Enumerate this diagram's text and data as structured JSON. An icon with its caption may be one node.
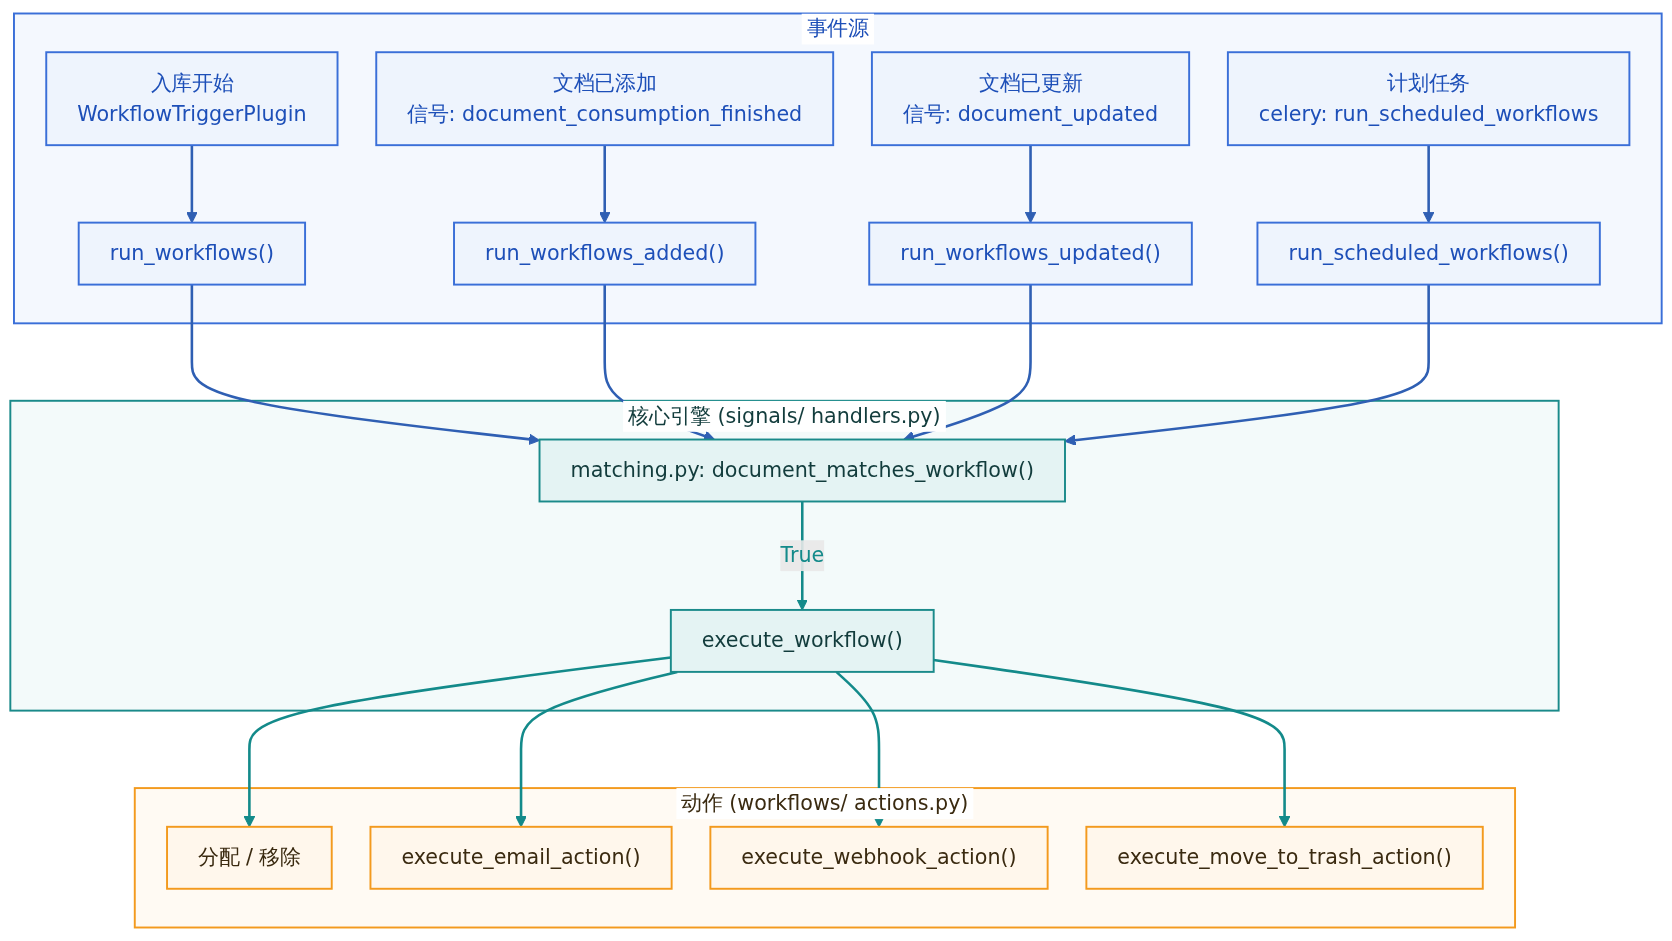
{
  "diagram": {
    "nodes": [
      {
        "text": [
          "事件源"
        ]
      },
      {
        "text": [
          "入库开始",
          "WorkflowTriggerPlugin"
        ],
        "in": 0
      },
      {
        "text": [
          "文档已添加",
          "信号: document_consumption_finished"
        ],
        "in": 0
      },
      {
        "text": [
          "文档已更新",
          "信号: document_updated"
        ],
        "in": 0
      },
      {
        "text": [
          "计划任务",
          "celery: run_scheduled_workflows"
        ],
        "in": 0
      },
      {
        "text": [
          "run_workflows()"
        ],
        "in": 0
      },
      {
        "text": [
          "run_workflows_added()"
        ],
        "in": 0
      },
      {
        "text": [
          "run_workflows_updated()"
        ],
        "in": 0
      },
      {
        "text": [
          "run_scheduled_workflows()"
        ],
        "in": 0
      },
      {
        "text": [
          "核心引擎 (signals/ handlers.py)"
        ]
      },
      {
        "text": [
          "matching.py: document_matches_workflow()"
        ],
        "in": 9
      },
      {
        "text": [
          "execute_workflow()"
        ],
        "in": 9
      },
      {
        "text": [
          "动作 (workflows/ actions.py)"
        ]
      },
      {
        "text": [
          "分配 / 移除"
        ],
        "in": 12
      },
      {
        "text": [
          "execute_email_action()"
        ],
        "in": 12
      },
      {
        "text": [
          "execute_webhook_action()"
        ],
        "in": 12
      },
      {
        "text": [
          "execute_move_to_trash_action()"
        ],
        "in": 12
      }
    ],
    "edges": [
      {
        "from": 1,
        "to": 5,
        "arrow": "to"
      },
      {
        "from": 2,
        "to": 6,
        "arrow": "to"
      },
      {
        "from": 3,
        "to": 7,
        "arrow": "to"
      },
      {
        "from": 4,
        "to": 8,
        "arrow": "to"
      },
      {
        "from": 5,
        "to": 10,
        "arrow": "to"
      },
      {
        "from": 6,
        "to": 10,
        "arrow": "to"
      },
      {
        "from": 7,
        "to": 10,
        "arrow": "to"
      },
      {
        "from": 8,
        "to": 10,
        "arrow": "to"
      },
      {
        "from": 10,
        "to": 11,
        "label": "True",
        "arrow": "to",
        "color": "#138a8a"
      },
      {
        "from": 11,
        "to": 13,
        "arrow": "to",
        "color": "#138a8a"
      },
      {
        "from": 11,
        "to": 14,
        "arrow": "to",
        "color": "#138a8a"
      },
      {
        "from": 11,
        "to": 15,
        "arrow": "to",
        "color": "#138a8a"
      },
      {
        "from": 11,
        "to": 16,
        "arrow": "to",
        "color": "#138a8a"
      }
    ]
  }
}
